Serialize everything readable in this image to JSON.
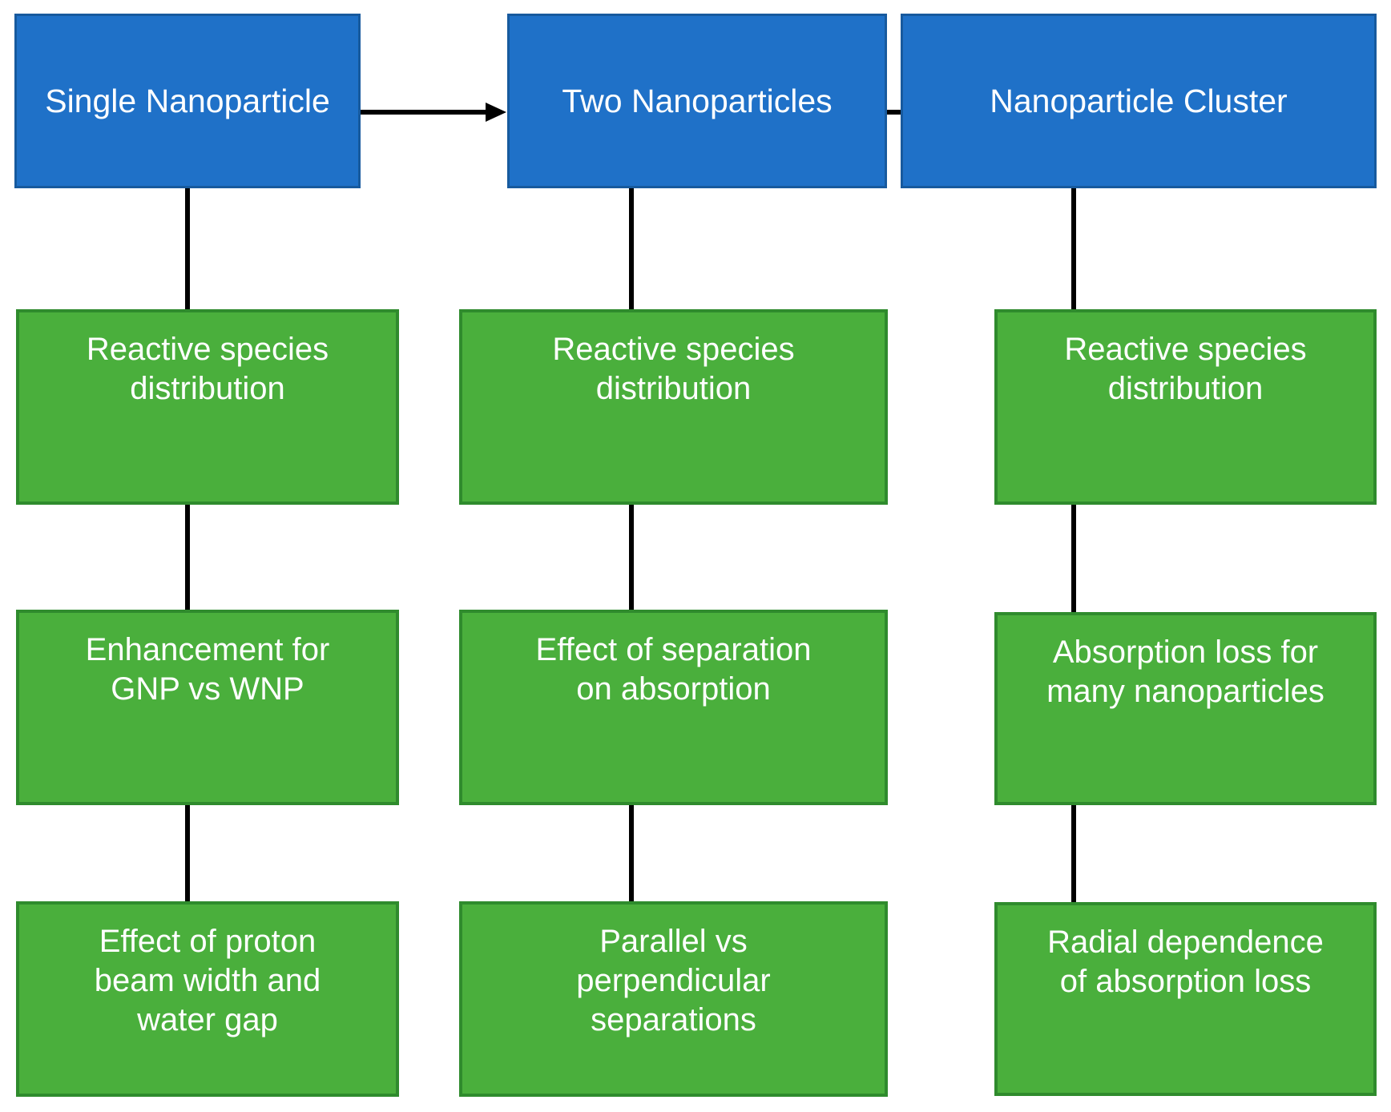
{
  "diagram": {
    "title": "Nanoparticle simulation study flowchart",
    "colors": {
      "blue_fill": "#1f71c8",
      "blue_border": "#175a9e",
      "green_fill": "#4aaf3c",
      "green_border": "#2f8b2d",
      "connector": "#000000",
      "text": "#ffffff",
      "background": "#ffffff"
    },
    "columns": [
      {
        "id": "single-nanoparticle",
        "header": "Single Nanoparticle",
        "steps": [
          "Reactive species\ndistribution",
          "Enhancement for\nGNP vs WNP",
          "Effect of proton\nbeam width and\nwater gap"
        ]
      },
      {
        "id": "two-nanoparticles",
        "header": "Two Nanoparticles",
        "steps": [
          "Reactive species\ndistribution",
          "Effect of separation\non absorption",
          "Parallel vs\nperpendicular\nseparations"
        ]
      },
      {
        "id": "nanoparticle-cluster",
        "header": "Nanoparticle Cluster",
        "steps": [
          "Reactive species\ndistribution",
          "Absorption loss for\nmany nanoparticles",
          "Radial dependence\nof absorption loss"
        ]
      }
    ],
    "arrows": [
      {
        "id": "arrow-single-to-two",
        "from": "single-nanoparticle",
        "to": "two-nanoparticles"
      },
      {
        "id": "arrow-two-to-cluster",
        "from": "two-nanoparticles",
        "to": "nanoparticle-cluster"
      }
    ]
  }
}
